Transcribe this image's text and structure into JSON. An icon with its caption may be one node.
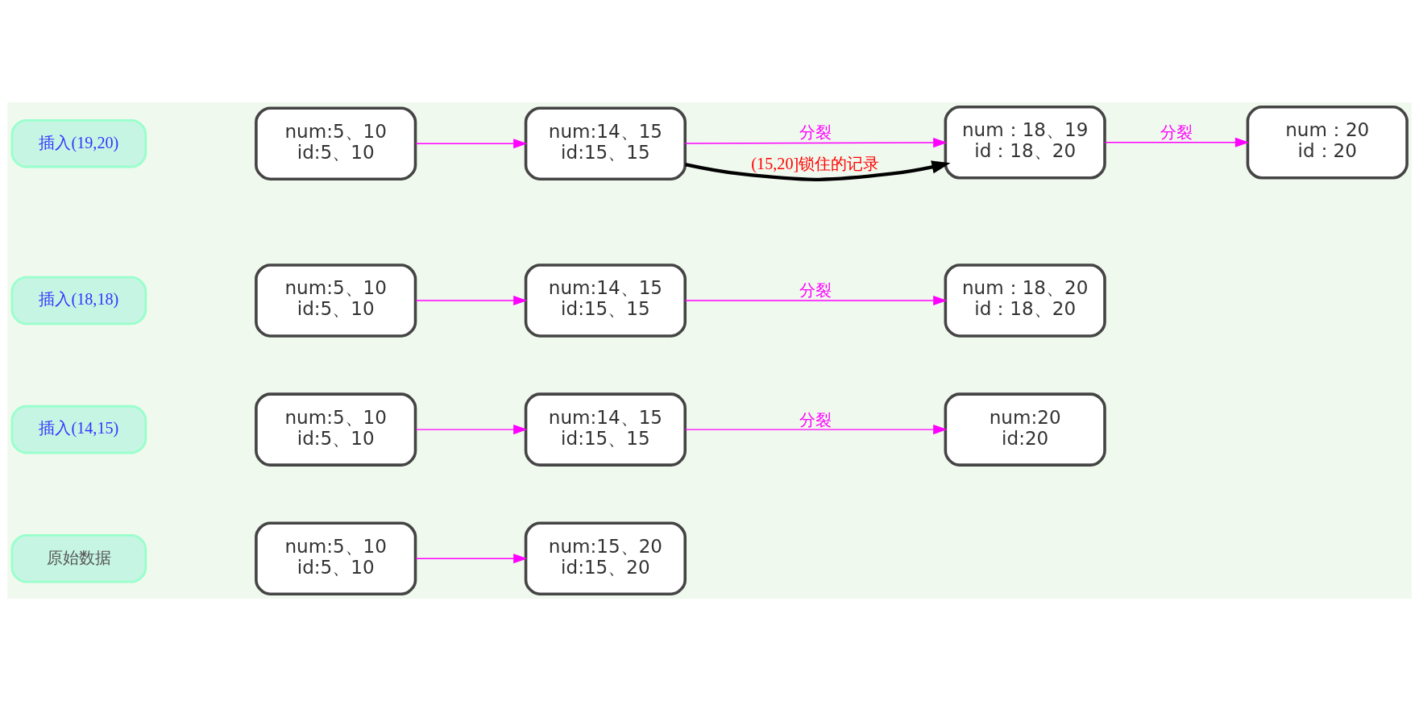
{
  "diagram": {
    "nodes": [
      {
        "text": [
          "原始数据"
        ]
      },
      {
        "text": [
          "num:5、10",
          "id:5、10"
        ]
      },
      {
        "text": [
          "num:15、20",
          "id:15、20"
        ]
      },
      {
        "text": [
          "插入(14,15)"
        ]
      },
      {
        "text": [
          "num:5、10",
          "id:5、10"
        ]
      },
      {
        "text": [
          "num:14、15",
          "id:15、15"
        ]
      },
      {
        "text": [
          "num:20",
          "id:20"
        ]
      },
      {
        "text": [
          "插入(18,18)"
        ]
      },
      {
        "text": [
          "num:5、10",
          "id:5、10"
        ]
      },
      {
        "text": [
          "num:14、15",
          "id:15、15"
        ]
      },
      {
        "text": [
          "num：18、20",
          "id：18、20"
        ]
      },
      {
        "text": [
          "插入(19,20)"
        ]
      },
      {
        "text": [
          "num:5、10",
          "id:5、10"
        ]
      },
      {
        "text": [
          "num:14、15",
          "id:15、15"
        ]
      },
      {
        "text": [
          "num：18、19",
          "id：18、20"
        ]
      },
      {
        "text": [
          "num：20",
          "id：20"
        ]
      }
    ],
    "edges": [
      {
        "from": 1,
        "to": 2,
        "arrow": "to"
      },
      {
        "from": 4,
        "to": 5,
        "arrow": "to"
      },
      {
        "from": 5,
        "to": 6,
        "arrow": "to",
        "label": "分裂"
      },
      {
        "from": 8,
        "to": 9,
        "arrow": "to"
      },
      {
        "from": 9,
        "to": 10,
        "arrow": "to",
        "label": "分裂"
      },
      {
        "from": 12,
        "to": 13,
        "arrow": "to"
      },
      {
        "from": 13,
        "to": 14,
        "arrow": "to",
        "label": "分裂"
      },
      {
        "from": 14,
        "to": 15,
        "arrow": "to",
        "label": "分裂"
      },
      {
        "from": 13,
        "to": 14,
        "arrow": "to",
        "label": "(15,20]锁住的记录",
        "style": "thick",
        "color": "#000000"
      }
    ]
  }
}
